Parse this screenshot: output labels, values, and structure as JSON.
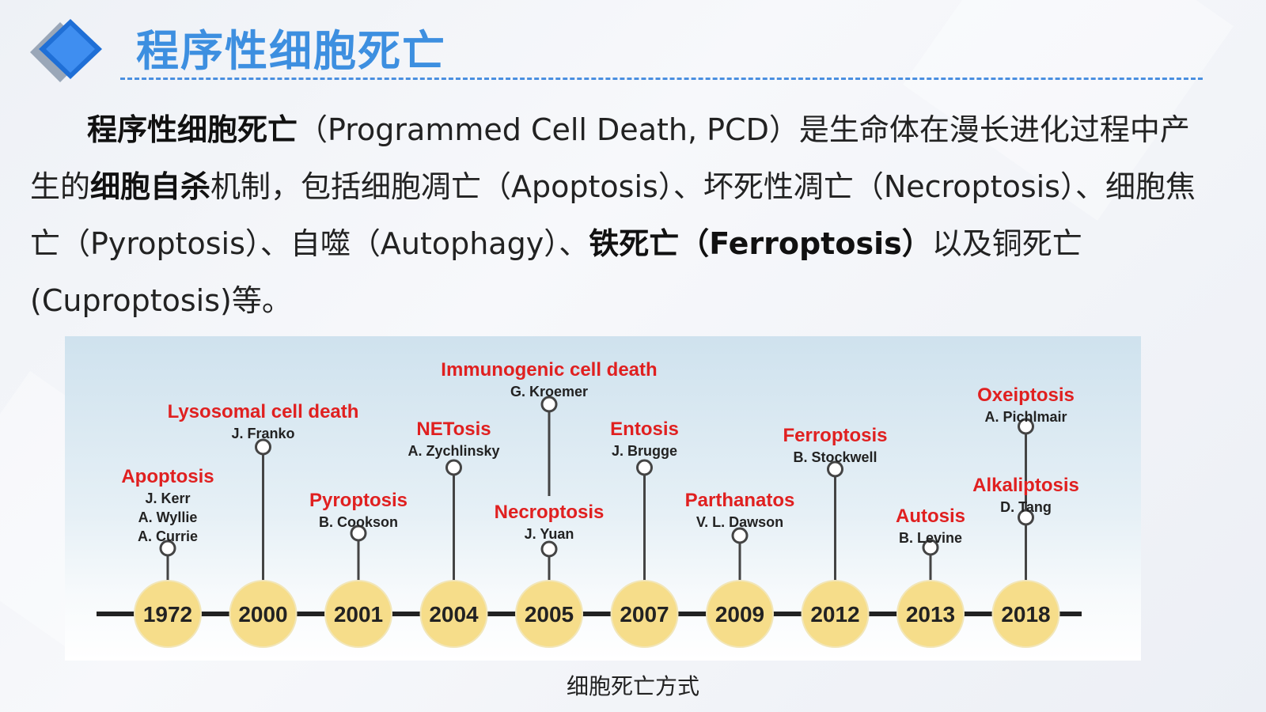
{
  "header": {
    "title": "程序性细胞死亡"
  },
  "paragraph": {
    "bold_term": "程序性细胞死亡",
    "text_1": "（Programmed Cell Death, PCD）是生命体在漫长进化过程中产生的",
    "bold_term_2": "细胞自杀",
    "text_2": "机制，包括细胞凋亡（Apoptosis）、坏死性凋亡（Necroptosis）、细胞焦亡（Pyroptosis）、自噬（Autophagy）、",
    "bold_term_3": "铁死亡（Ferroptosis）",
    "text_3": "以及铜死亡(Cuproptosis)等。"
  },
  "timeline": {
    "events": [
      {
        "year": "1972",
        "name": "Apoptosis",
        "authors": [
          "J. Kerr",
          "A. Wyllie",
          "A. Currie"
        ]
      },
      {
        "year": "2000",
        "name": "Lysosomal cell death",
        "authors": [
          "J. Franko"
        ]
      },
      {
        "year": "2001",
        "name": "Pyroptosis",
        "authors": [
          "B. Cookson"
        ]
      },
      {
        "year": "2004",
        "name": "NETosis",
        "authors": [
          "A. Zychlinsky"
        ]
      },
      {
        "year": "2005",
        "name": "Immunogenic cell death",
        "authors": [
          "G. Kroemer"
        ]
      },
      {
        "year": "2005",
        "name": "Necroptosis",
        "authors": [
          "J. Yuan"
        ]
      },
      {
        "year": "2007",
        "name": "Entosis",
        "authors": [
          "J. Brugge"
        ]
      },
      {
        "year": "2009",
        "name": "Parthanatos",
        "authors": [
          "V. L. Dawson"
        ]
      },
      {
        "year": "2012",
        "name": "Ferroptosis",
        "authors": [
          "B. Stockwell"
        ]
      },
      {
        "year": "2013",
        "name": "Autosis",
        "authors": [
          "B. Levine"
        ]
      },
      {
        "year": "2018",
        "name": "Oxeiptosis",
        "authors": [
          "A. Pichlmair"
        ]
      },
      {
        "year": "2018",
        "name": "Alkaliptosis",
        "authors": [
          "D. Tang"
        ]
      }
    ],
    "years": [
      "1972",
      "2000",
      "2001",
      "2004",
      "2005",
      "2007",
      "2009",
      "2012",
      "2013",
      "2018"
    ]
  },
  "caption": "细胞死亡方式",
  "colors": {
    "title": "#3d8fe0",
    "event_name": "#e02020",
    "year_circle": "#f6dd8a",
    "axis": "#222222"
  }
}
